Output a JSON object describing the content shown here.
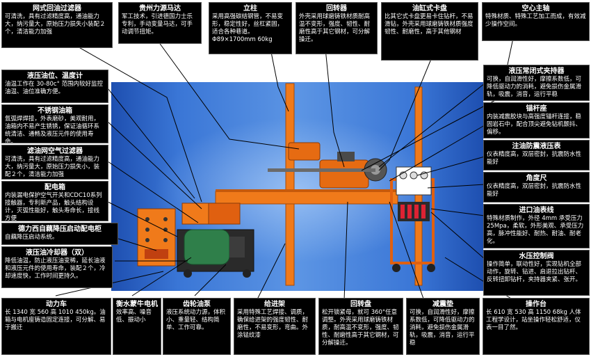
{
  "boxes": {
    "filter_return": {
      "title": "网式回油过滤器",
      "text": "可清洗，具有过滤精度高，通油能力大，纳污量大，原始压力损失小装配２个，清洁能力加强"
    },
    "motor_guizhou": {
      "title": "贵州力源马达",
      "text": "军工技术，引进德国力士乐专利，手动变量马达，可手动调节扭矩。"
    },
    "column": {
      "title": "立柱",
      "text": "采用高强碳结钢管，不易变形，稳定性好，丝杠紧固，适合各种巷道。 Φ89×1700mm 60kg"
    },
    "rotator": {
      "title": "回转器",
      "text": "外壳采用球磨铸铁材质耐高温不变形，强度、韧性、耐磨性高于其它钢材，可分解操迁。"
    },
    "cylinder_chuck": {
      "title": "油缸式卡盘",
      "text": "比其它式卡盘更易卡住钻杆，不易滑钻，外壳采用球磨铸铁材质强度韧性、耐磨性，高于其他钢材"
    },
    "hollow_spindle": {
      "title": "空心主轴",
      "text": "特殊材质、特殊工艺加工而成，有效减少操作空间。"
    },
    "oil_level": {
      "title": "液压油位、温度计",
      "text": "油温工作在 30-80c° 范围内较好监控油温、油位准确方便。"
    },
    "ss_tank": {
      "title": "不锈钢油箱",
      "text": "氩弧焊焊接，外表磨砂，美观耐用，油箱内不易产生锈锈，保证油循环系统清洁、通畅及液压元件的使用寿命。"
    },
    "air_filter": {
      "title": "滤油网空气过滤器",
      "text": "可清洗，具有过滤精度高，通油能力大，纳污量大，原始压力损失小，装配２个，清洁能力加强"
    },
    "power_box": {
      "title": "配电箱",
      "text": "内装漏电保护空气开关和CDC10系列接触器，专利新产品，触头结构设计，灭弧性能好，触头寿命长，接线方便"
    },
    "starter": {
      "title": "德力西自藕降压启动配电柜",
      "text": "自藕降压启动系统。"
    },
    "oil_cooler": {
      "title": "液压油冷却器（双）",
      "text": "降低油温，防止液压油变稀，延长油液和液压元件的使用寿命，装配２个，冷却速度快，工作时间更持久。"
    },
    "power_truck": {
      "title": "动力车",
      "text": "长 1340 宽 560 高 1010 450kg。油箱与电机座铸造固定连接，可分解、易于搬迁"
    },
    "motor_hengshui": {
      "title": "衡水蒙牛电机",
      "text": "效率高、噪音低、振动小"
    },
    "gear_pump": {
      "title": "齿轮油泵",
      "text": "液压系统动力源，体积小、重量轻、结构简单、工作可靠。"
    },
    "feed_frame": {
      "title": "给进架",
      "text": "采用特殊工艺焊接、调质，确保给进架的强度韧性、耐磨性，不易变形，弯曲。外涂锰纹漆"
    },
    "rotary_table": {
      "title": "回转盘",
      "text": "松开锁紧母，就可 360°任意调整。外壳采用球磨铸铁材质，耐高温不变形，强度、韧性、耐磨性高于其它钢材，可分解操迁。"
    },
    "damper_pad": {
      "title": "减震垫",
      "text": "可换，自润滑性好，摩擦系数低，可降低驱动力的消耗，避免损伤金属滑轨，吸震，消音，运行平稳"
    },
    "console": {
      "title": "操作台",
      "text": "长 610 宽 530 高 1150 68kg 人体工程学设计，站坐操作轻松舒适，仪表一目了然。"
    },
    "clamp": {
      "title": "液压常闭式夹持器",
      "text": "可换，自润滑性好，摩擦系数低，可降低驱动力的消耗，避免损伤金属滑轨，吸震，消音，运行平稳"
    },
    "anchor_head": {
      "title": "锚杆座",
      "text": "内装减震胶块与高强度锚杆连接，稳固岩石中，配合顶尖避免钻机颤抖、偏移。"
    },
    "anti_shock_gauge": {
      "title": "注油防震液压表",
      "text": "仪表精度高，双层密封，抗震防水性能好"
    },
    "angle_gauge": {
      "title": "角度尺",
      "text": "仪表精度高，双层密封，抗震防水性能好"
    },
    "hose": {
      "title": "进口油表线",
      "text": "特殊材质制作，外径 4mm 承受压力 25Mpa，柔软，外形美观、承受压力高，脉冲性能好、耐热、耐油、耐老化。"
    },
    "hydraulic_control": {
      "title": "水压控制阀",
      "text": "操作简单，联动性好，实现钻机全部动作，旋转、钻进、启退拉出钻杆、反转扭卸钻杆，夹持器夹紧、张开。"
    }
  },
  "colors": {
    "box_bg": "#000000",
    "box_text": "#ffffff",
    "backdrop": "#3a76d6",
    "machine_orange": "#f07a1a",
    "motor_green": "#2f7f4a"
  }
}
